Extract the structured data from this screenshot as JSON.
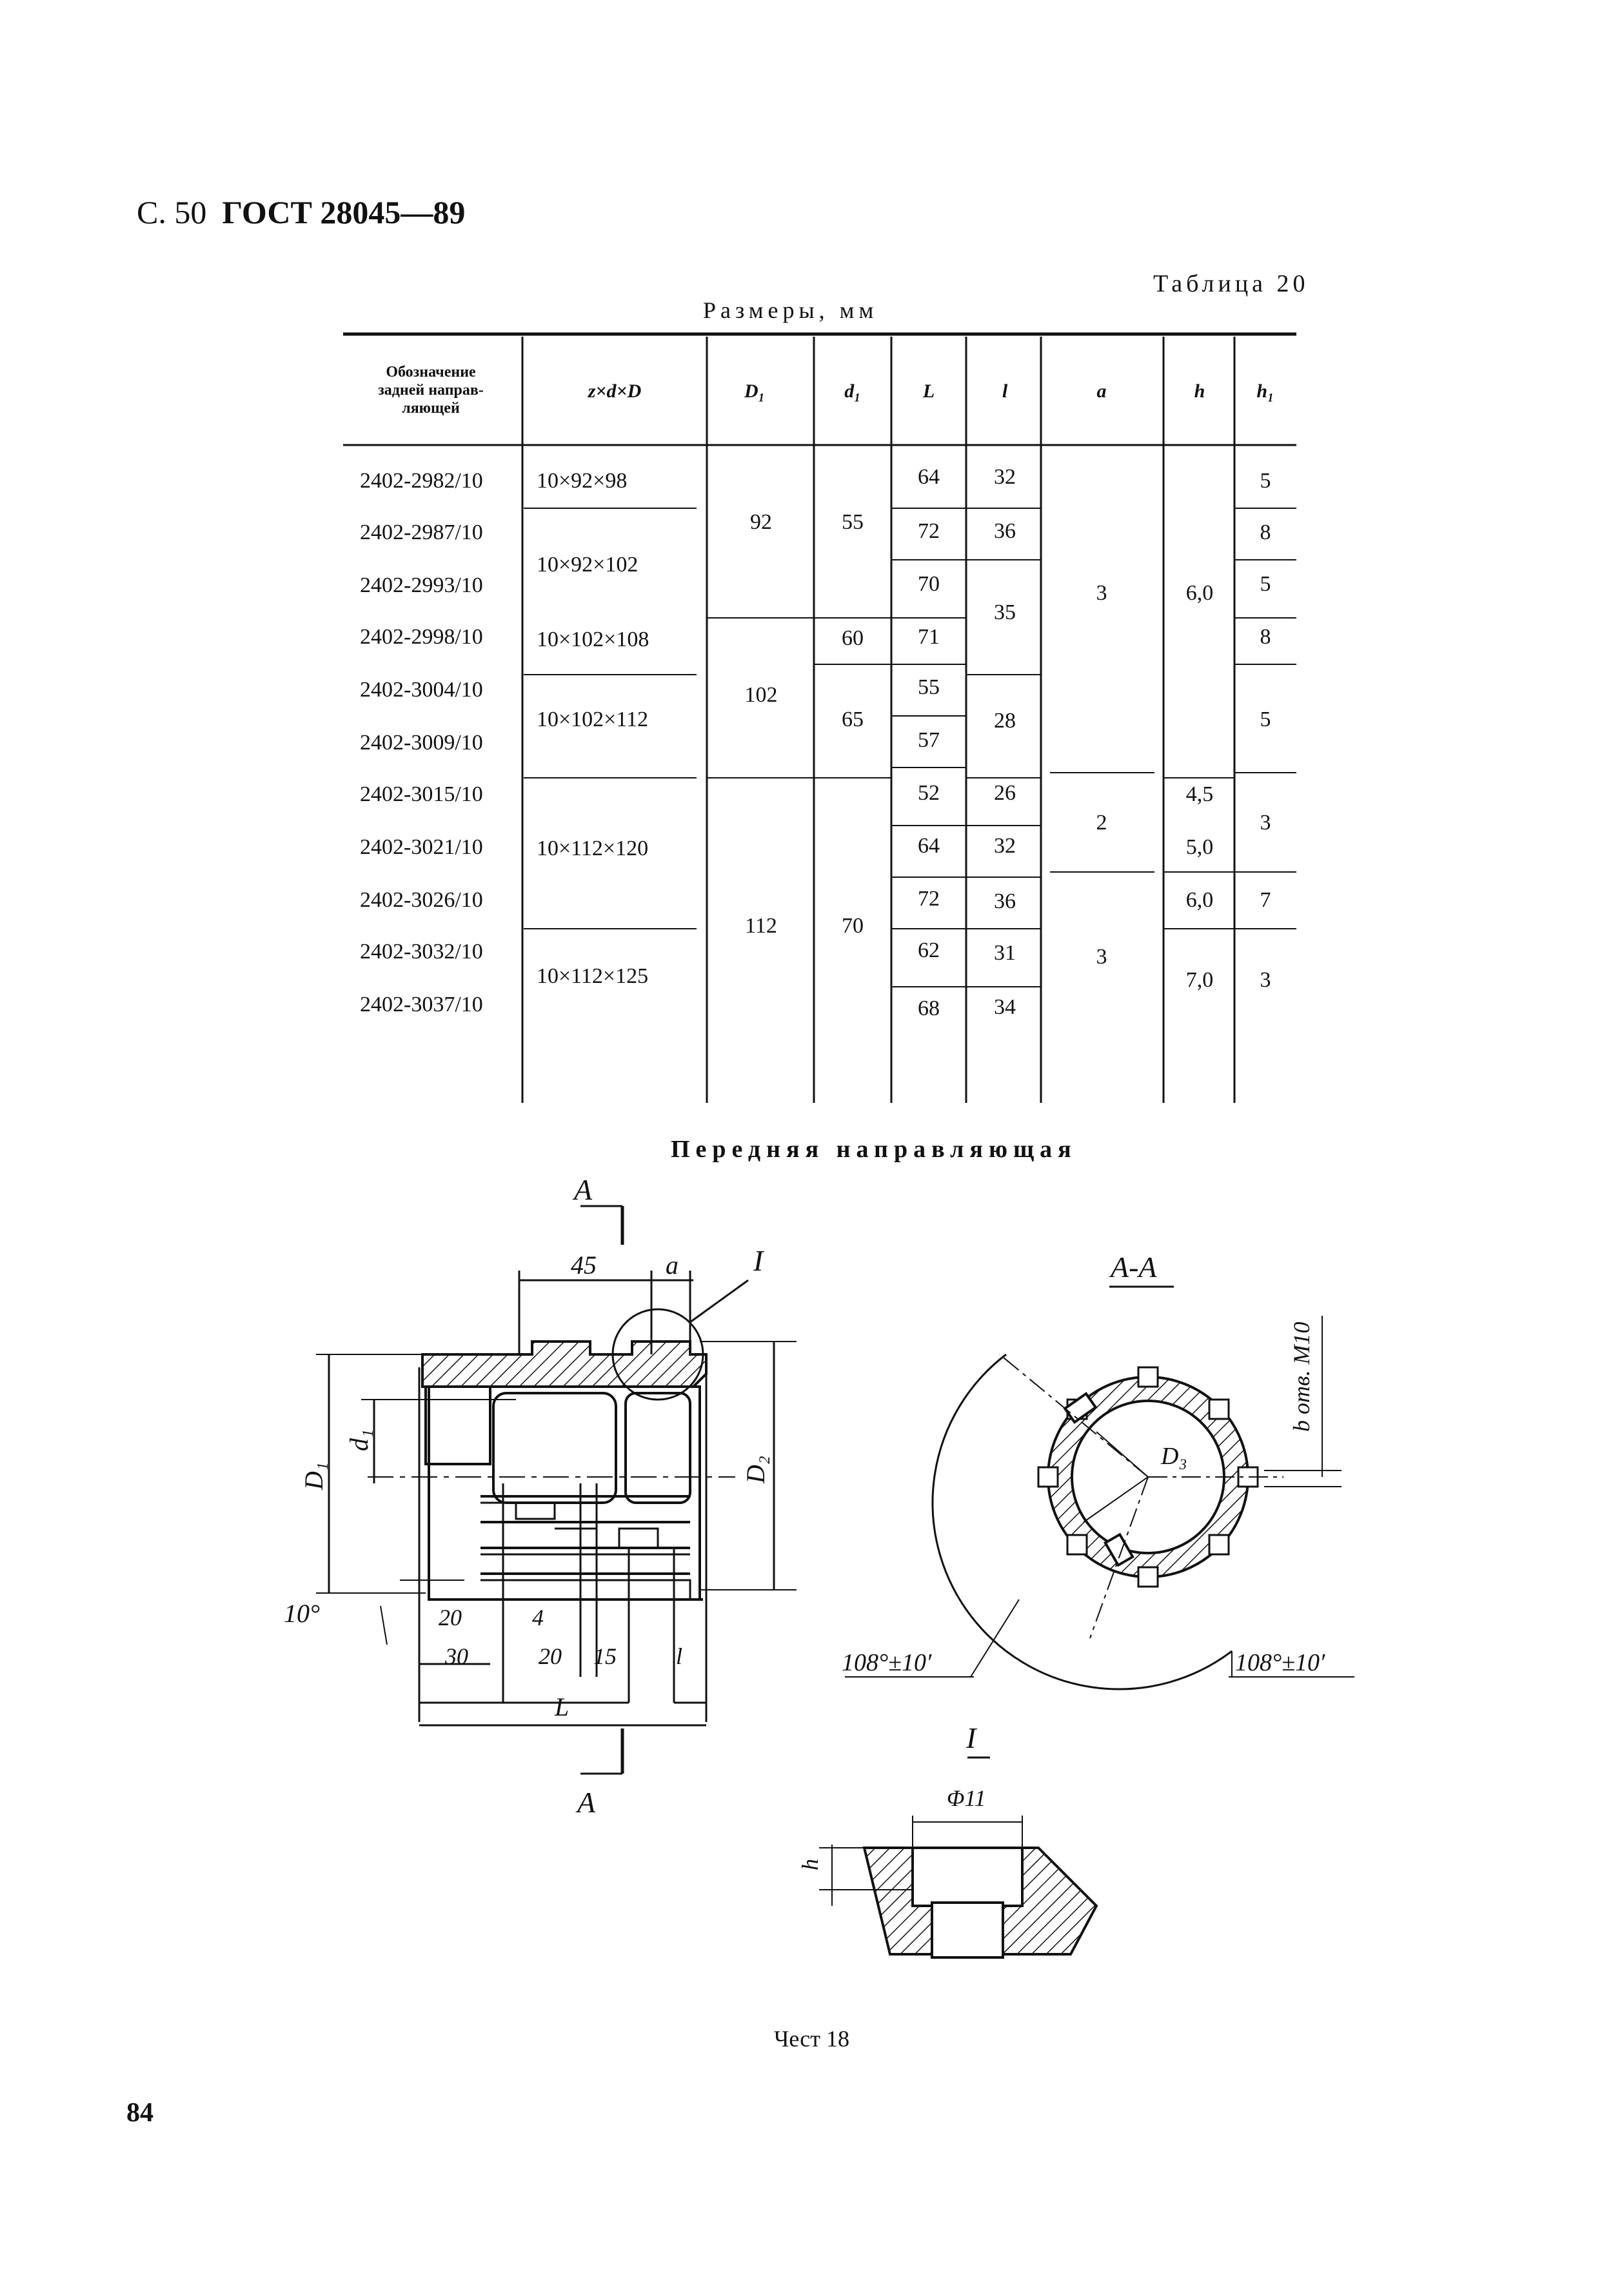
{
  "header": {
    "page": "С. 50",
    "standard": "ГОСТ 28045—89"
  },
  "table": {
    "number_label": "Таблица 20",
    "units_label": "Размеры, мм",
    "columns": [
      "Обозначение задней направ-ляющей",
      "z×d×D",
      "D₁",
      "d₁",
      "L",
      "l",
      "a",
      "h",
      "h₁"
    ],
    "col_designation_lines": [
      "Обозначение",
      "задней направ-",
      "ляющей"
    ],
    "rows": [
      {
        "designation": "2402-2982/10"
      },
      {
        "designation": "2402-2987/10"
      },
      {
        "designation": "2402-2993/10"
      },
      {
        "designation": "2402-2998/10"
      },
      {
        "designation": "2402-3004/10"
      },
      {
        "designation": "2402-3009/10"
      },
      {
        "designation": "2402-3015/10"
      },
      {
        "designation": "2402-3021/10"
      },
      {
        "designation": "2402-3026/10"
      },
      {
        "designation": "2402-3032/10"
      },
      {
        "designation": "2402-3037/10"
      }
    ],
    "zdD": [
      "10×92×98",
      "10×92×102",
      "10×102×108",
      "10×102×112",
      "10×112×120",
      "10×112×125"
    ],
    "D1": [
      "92",
      "102",
      "112"
    ],
    "d1": [
      "55",
      "60",
      "65",
      "70"
    ],
    "L": [
      "64",
      "72",
      "70",
      "71",
      "55",
      "57",
      "52",
      "64",
      "72",
      "62",
      "68"
    ],
    "l": [
      "32",
      "36",
      "35",
      "28",
      "26",
      "32",
      "36",
      "31",
      "34"
    ],
    "a": [
      "3",
      "2",
      "3"
    ],
    "h": [
      "6,0",
      "4,5",
      "5,0",
      "6,0",
      "7,0"
    ],
    "h1": [
      "5",
      "8",
      "5",
      "8",
      "5",
      "3",
      "7",
      "3"
    ]
  },
  "drawing": {
    "title": "Передняя направляющая",
    "section_label": "А",
    "section_view": "А-А",
    "detail_label": "I",
    "dims": {
      "d45": "45",
      "a": "a",
      "D1": "D₁",
      "d1": "d₁",
      "D2": "D₂",
      "D3": "D₃",
      "angle10": "10°",
      "d20a": "20",
      "d30": "30",
      "d4": "4",
      "d20b": "20",
      "d15": "15",
      "l": "l",
      "L": "L",
      "hole": "b отв. М10",
      "ang1": "108°±10′",
      "ang2": "108°±10′",
      "phi11": "Φ11",
      "h": "h"
    }
  },
  "footer": "Чест 18",
  "page_number": "84"
}
